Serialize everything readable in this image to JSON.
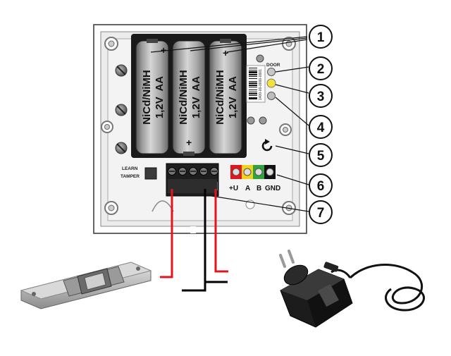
{
  "batteries": [
    {
      "line1": "NiCd/NiMH",
      "line2": "1,2V  AA",
      "plus": "+"
    },
    {
      "line1": "NiCd/NiMH",
      "line2": "1,2V  AA",
      "plus": "+"
    },
    {
      "line1": "NiCd/NiMH",
      "line2": "1,2V  AA",
      "plus": "+"
    }
  ],
  "labels": {
    "door": "DOOR",
    "learn": "LEARN",
    "tamper": "TAMPER",
    "barcode_number": "1400-00-0000-0001",
    "bus_plus_u": "+U",
    "bus_a": "A",
    "bus_b": "B",
    "bus_gnd": "GND"
  },
  "callouts": [
    "1",
    "2",
    "3",
    "4",
    "5",
    "6",
    "7"
  ],
  "colors": {
    "led_door": "#c8c8c8",
    "led_yellow": "#f2e23a",
    "led_grey": "#bdbdbd",
    "term_red": "#e0161b",
    "term_yellow": "#f4d21a",
    "term_green": "#2fa43a",
    "term_black": "#111111",
    "wire_red": "#e0161b",
    "wire_black": "#000000"
  },
  "icons": {
    "reset": "reset-arrow-icon",
    "door_strike": "electric-door-strike",
    "adapter": "power-adapter-plug"
  }
}
